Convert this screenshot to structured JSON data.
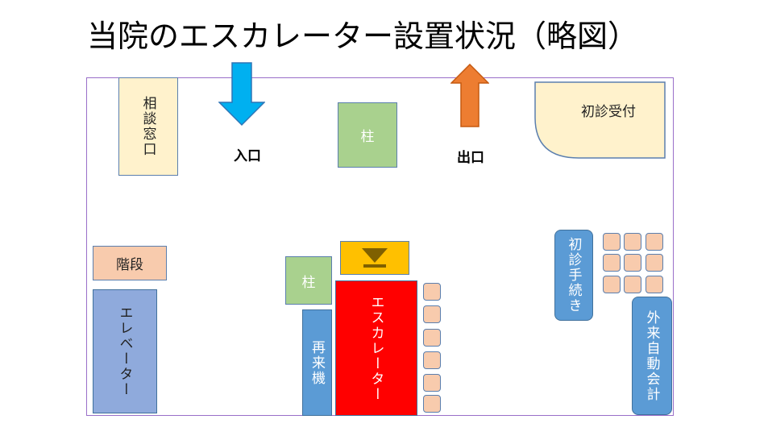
{
  "title": "当院のエスカレーター設置状況（略図）",
  "colors": {
    "border": "#9a6fc9",
    "arrow_in": "#00b0f0",
    "arrow_out": "#ed7d31",
    "escalator": "#ff0000",
    "escalator_top": "#ffc000"
  },
  "labels": {
    "consult_window": "相談窓口",
    "entrance": "入口",
    "exit": "出口",
    "pillar_top": "柱",
    "pillar_mid": "柱",
    "first_reception": "初診受付",
    "stairs": "階段",
    "elevator": "エレベーター",
    "revisit_machine": "再来機",
    "escalator": "エスカレーター",
    "first_procedures": "初診手続き",
    "outpatient_payment": "外来自動会計"
  },
  "icons": {
    "entrance_arrow": "down-arrow-icon",
    "exit_arrow": "up-arrow-icon",
    "escalator_direction": "down-triangle-icon"
  }
}
